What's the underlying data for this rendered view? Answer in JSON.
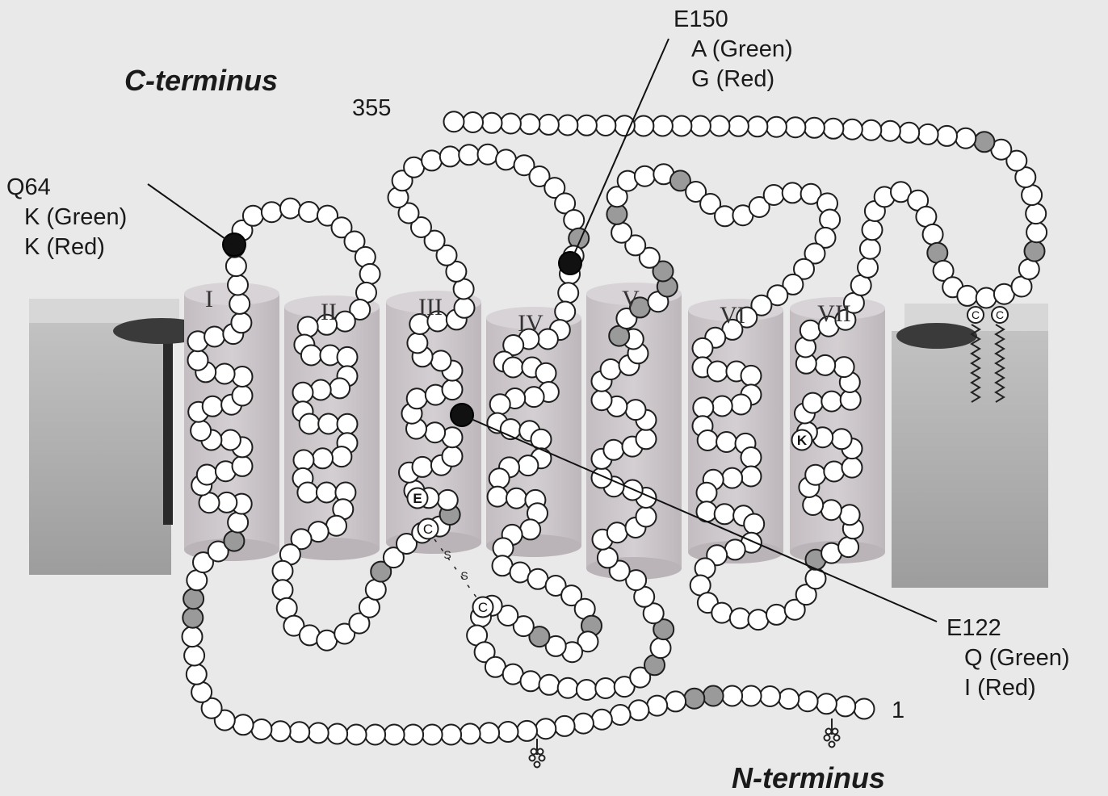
{
  "diagram": {
    "c_terminus": "C-terminus",
    "n_terminus": "N-terminus",
    "residue_start": "1",
    "residue_end": "355",
    "helices": [
      "I",
      "II",
      "III",
      "IV",
      "V",
      "VI",
      "VII"
    ],
    "sites": [
      {
        "id": "Q64",
        "green": "K (Green)",
        "red": "K (Red)"
      },
      {
        "id": "E150",
        "green": "A (Green)",
        "red": "G (Red)"
      },
      {
        "id": "E122",
        "green": "Q (Green)",
        "red": "I  (Red)"
      }
    ],
    "special_residues": {
      "glu": "E",
      "lys": "K",
      "cys": "C",
      "sulfur": "S"
    },
    "colors": {
      "background": "#e9e9e9",
      "membrane": "#a9a9a9",
      "helix": "#c9c3c6",
      "residue_fill": "#ffffff",
      "residue_shaded": "#9a9a9a",
      "residue_key": "#111111"
    }
  }
}
